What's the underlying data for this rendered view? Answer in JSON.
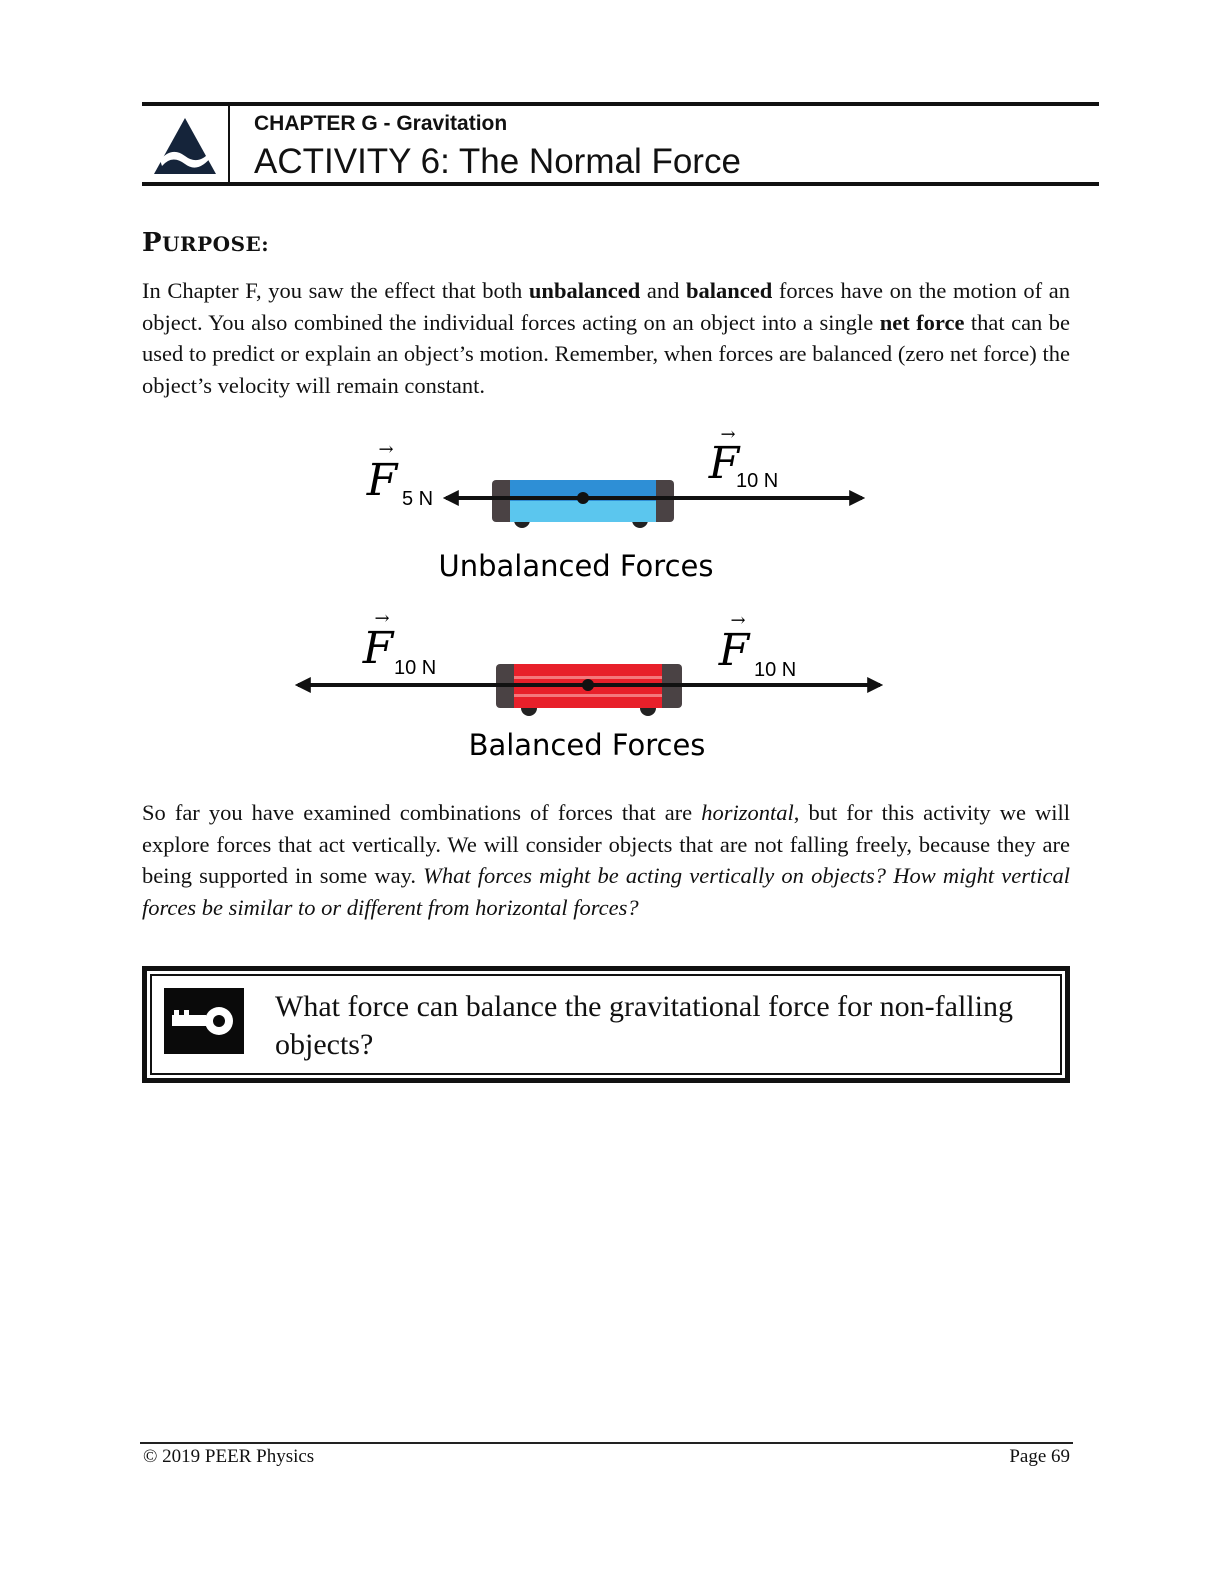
{
  "header": {
    "chapter": "CHAPTER G - Gravitation",
    "activity": "ACTIVITY 6: The Normal Force"
  },
  "purpose": {
    "heading_first": "P",
    "heading_rest": "URPOSE:",
    "p1": {
      "before": "In Chapter F, you saw the effect that both ",
      "bold1": "unbalanced",
      "mid1": " and ",
      "bold2": "balanced",
      "mid2": " forces have on the motion of an object. You also combined the individual forces acting on an object into a single ",
      "bold3": "net force",
      "after": " that can be used to predict or explain an object’s motion.  Remember, when forces are balanced (zero net force) the object’s velocity will remain constant."
    },
    "p2": {
      "before": "So far you have examined combinations of forces that are ",
      "italic1": "horizontal",
      "mid": ", but for this activity we will explore forces that act vertically. We will consider objects that are not falling freely, because they are being supported in some way. ",
      "italic2": "What forces might be acting vertically on objects? How might vertical forces be similar to or different from horizontal forces?"
    }
  },
  "diagram": {
    "force_symbol": "F",
    "unbalanced": {
      "left_label": "5 N",
      "right_label": "10 N",
      "caption": "Unbalanced Forces",
      "cart_color": "#2e8fd6"
    },
    "balanced": {
      "left_label": "10 N",
      "right_label": "10 N",
      "caption": "Balanced Forces",
      "cart_color": "#e8202a"
    }
  },
  "key_question": {
    "icon": "key-icon",
    "text": "What force can balance the gravitational force for non-falling objects?"
  },
  "footer": {
    "copyright": "© 2019 PEER Physics",
    "page": "Page 69"
  }
}
